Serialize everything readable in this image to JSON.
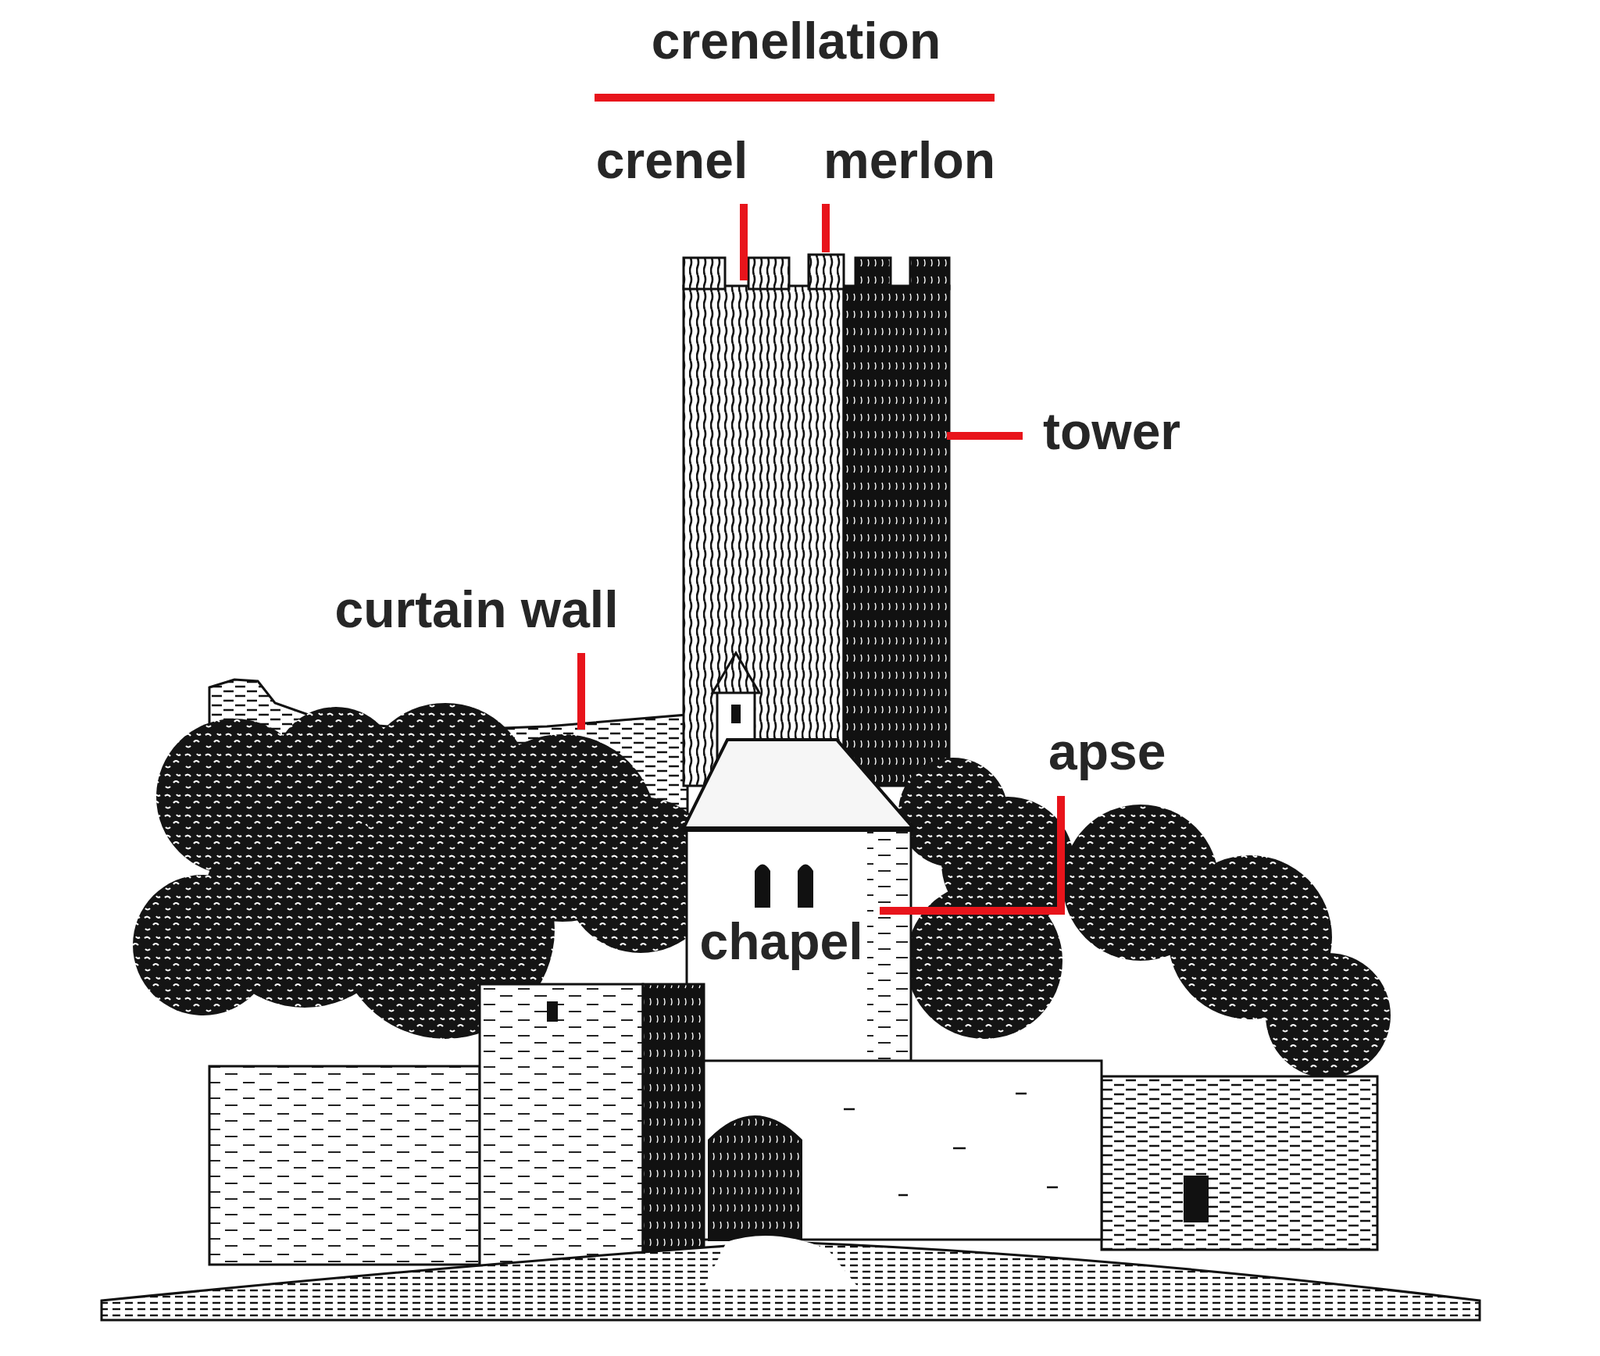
{
  "diagram": {
    "labels": [
      "crenellation",
      "crenel",
      "merlon",
      "tower",
      "curtain wall",
      "apse",
      "chapel"
    ]
  }
}
